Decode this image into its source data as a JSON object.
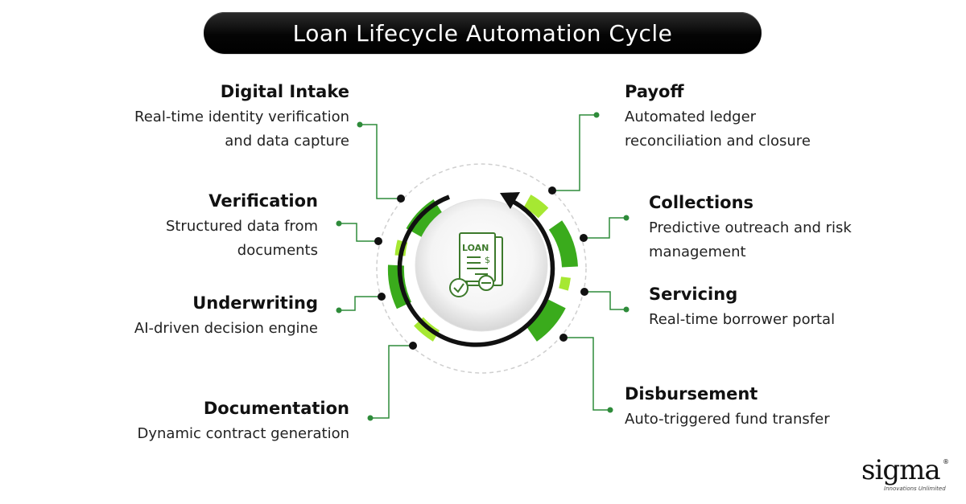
{
  "title": "Loan Lifecycle Automation Cycle",
  "center": {
    "icon_label": "LOAN",
    "icon": "loan-document-icon"
  },
  "stages": {
    "digital_intake": {
      "name": "Digital Intake",
      "desc": [
        "Real-time identity verification",
        "and data capture"
      ]
    },
    "verification": {
      "name": "Verification",
      "desc": [
        "Structured data from",
        "documents"
      ]
    },
    "underwriting": {
      "name": "Underwriting",
      "desc": [
        "AI-driven decision engine"
      ]
    },
    "documentation": {
      "name": "Documentation",
      "desc": [
        "Dynamic contract generation"
      ]
    },
    "payoff": {
      "name": "Payoff",
      "desc": [
        "Automated ledger",
        "reconciliation and closure"
      ]
    },
    "collections": {
      "name": "Collections",
      "desc": [
        "Predictive outreach and risk",
        "management"
      ]
    },
    "servicing": {
      "name": "Servicing",
      "desc": [
        "Real-time borrower portal"
      ]
    },
    "disbursement": {
      "name": "Disbursement",
      "desc": [
        "Auto-triggered fund transfer"
      ]
    }
  },
  "logo": {
    "word": "sigma",
    "reg": "®",
    "tagline": "Innovations Unlimited"
  },
  "colors": {
    "green_dark": "#3aab1c",
    "green_mid": "#66cc22",
    "green_light": "#a6e832",
    "connector": "#2e8b3a",
    "title_bg": "#000000"
  }
}
